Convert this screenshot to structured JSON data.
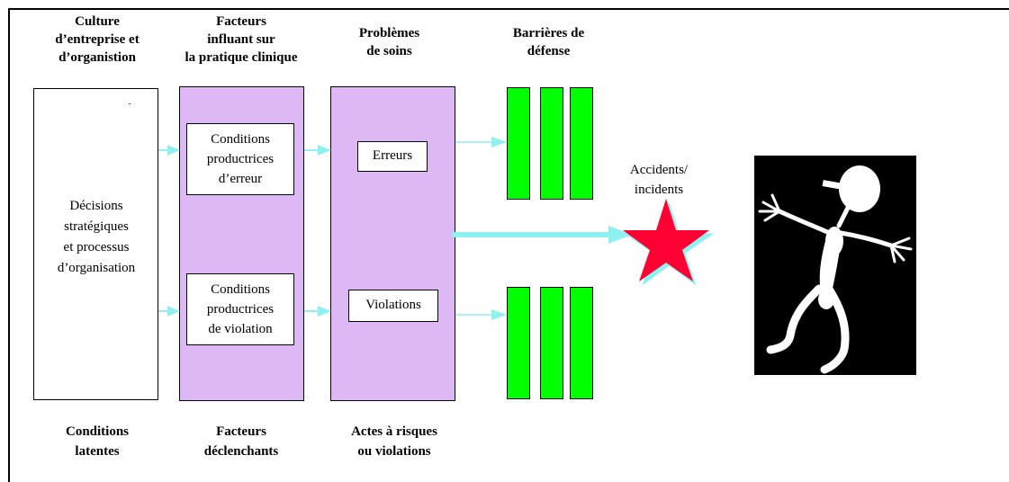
{
  "headers": {
    "culture": [
      "Culture",
      "d’entreprise et",
      "d’organistion"
    ],
    "facteurs": [
      "Facteurs",
      "influant sur",
      "la pratique clinique"
    ],
    "problemes": [
      "Problèmes",
      "de soins"
    ],
    "barrieres": [
      "Barrières de",
      "défense"
    ]
  },
  "boxes": {
    "decisions": [
      "Décisions",
      "stratégiques",
      "et processus",
      "d’organisation"
    ],
    "conditions_erreur": [
      "Conditions",
      "productrices",
      "d’erreur"
    ],
    "conditions_violation": [
      "Conditions",
      "productrices",
      "de violation"
    ],
    "erreurs": "Erreurs",
    "violations": "Violations"
  },
  "outcome": {
    "accidents": [
      "Accidents/",
      "incidents"
    ]
  },
  "footers": {
    "latentes": [
      "Conditions",
      "latentes"
    ],
    "declenchants": [
      "Facteurs",
      "déclenchants"
    ],
    "actes": [
      "Actes à risques",
      "ou violations"
    ]
  },
  "colors": {
    "purple_fill": "#ddb8f5",
    "barrier_green": "#00ff00",
    "arrow_cyan": "#8ff0f0",
    "star_red": "#ff0033",
    "figure_bg": "#000000"
  },
  "icons": {
    "outcome_star": "star-icon",
    "figure": "stick-figure-icon"
  }
}
